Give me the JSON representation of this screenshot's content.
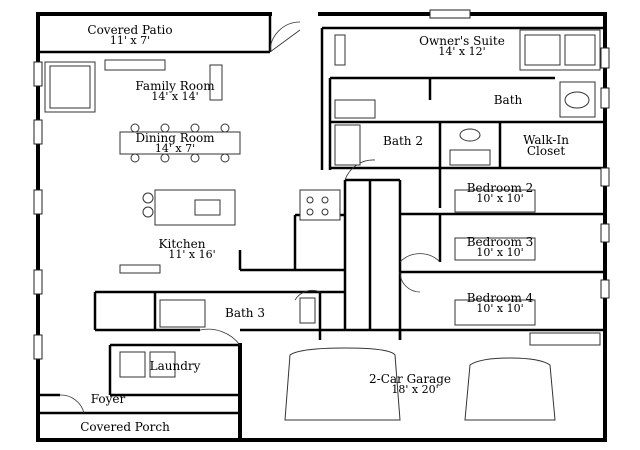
{
  "rooms": {
    "covered_patio": {
      "name": "Covered Patio",
      "dim": "11' x 7'"
    },
    "owners_suite": {
      "name": "Owner's Suite",
      "dim": "14' x 12'"
    },
    "family_room": {
      "name": "Family Room",
      "dim": "14' x 14'"
    },
    "bath": {
      "name": "Bath"
    },
    "dining_room": {
      "name": "Dining Room",
      "dim": "14' x 7'"
    },
    "bath_2": {
      "name": "Bath 2"
    },
    "walk_in_closet": {
      "name_line1": "Walk-In",
      "name_line2": "Closet"
    },
    "bedroom_2": {
      "name": "Bedroom 2",
      "dim": "10' x 10'"
    },
    "kitchen": {
      "name": "Kitchen",
      "dim": "11' x 16'"
    },
    "bedroom_3": {
      "name": "Bedroom 3",
      "dim": "10' x 10'"
    },
    "bedroom_4": {
      "name": "Bedroom 4",
      "dim": "10' x 10'"
    },
    "bath_3": {
      "name": "Bath 3"
    },
    "laundry": {
      "name": "Laundry"
    },
    "garage": {
      "name": "2-Car Garage",
      "dim": "18' x 20'"
    },
    "foyer": {
      "name": "Foyer"
    },
    "covered_porch": {
      "name": "Covered Porch"
    }
  }
}
